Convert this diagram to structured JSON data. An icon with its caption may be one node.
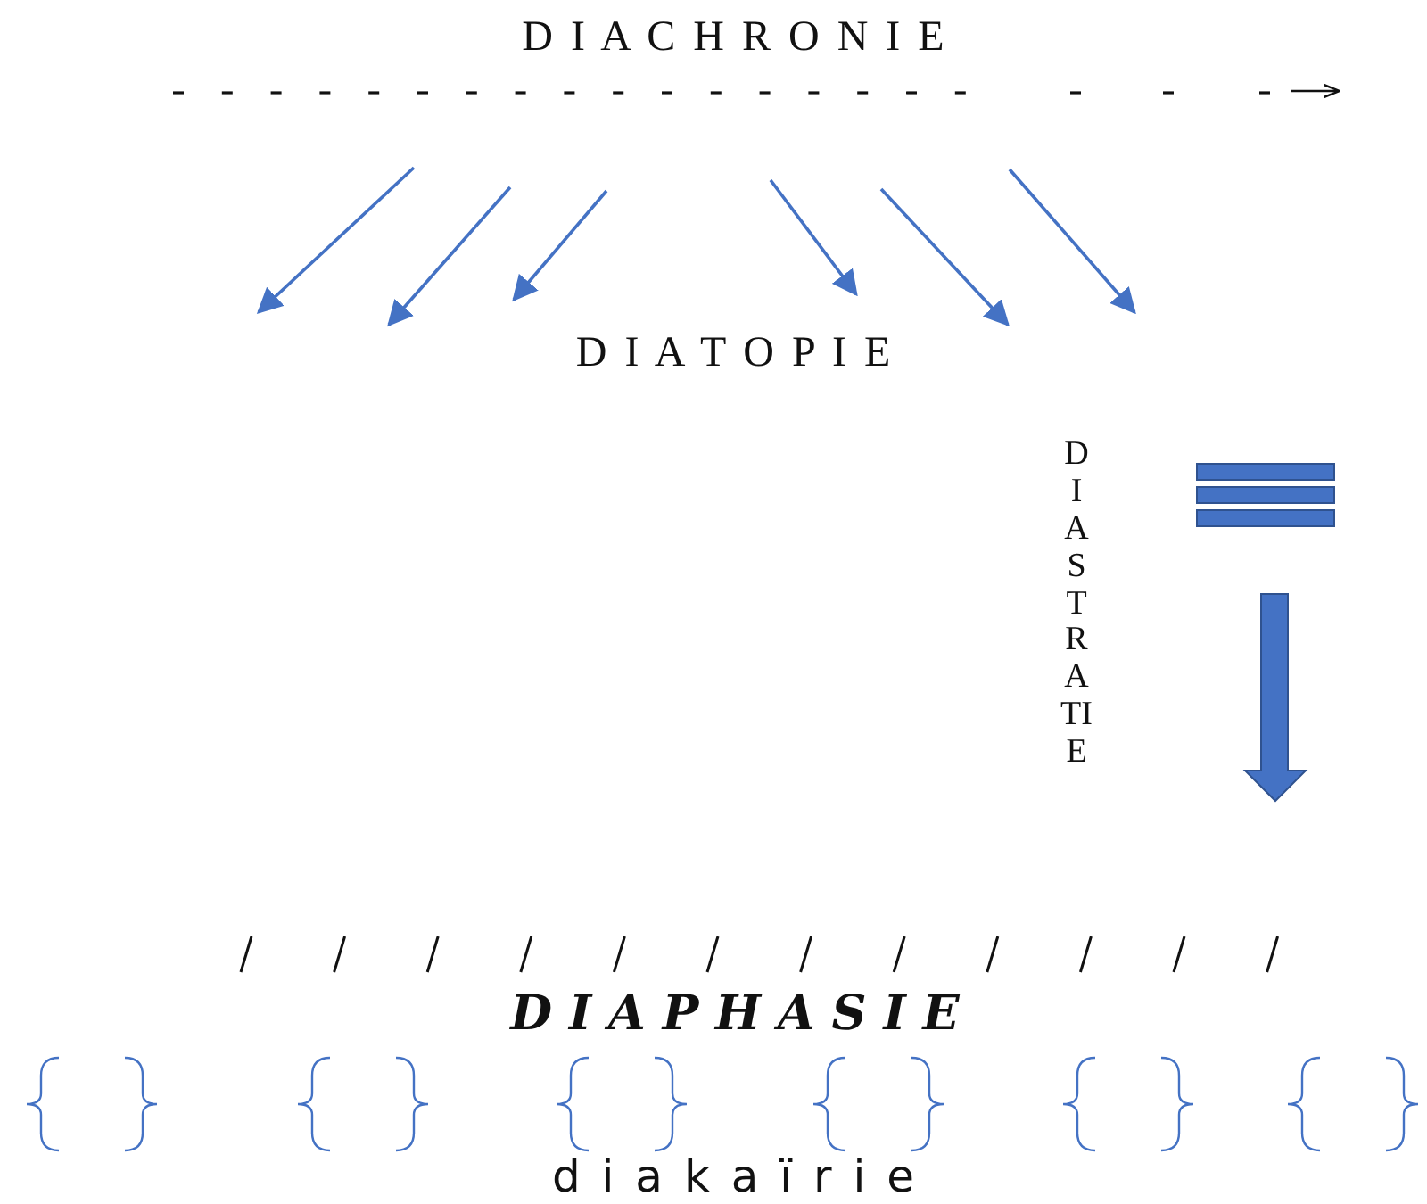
{
  "diagram": {
    "labels": [
      "D I A C H R O N I E",
      "D I A T O P I E",
      "DIASTRATIE",
      "D I A P H A S I E",
      "d i a k a ï r i e"
    ]
  }
}
